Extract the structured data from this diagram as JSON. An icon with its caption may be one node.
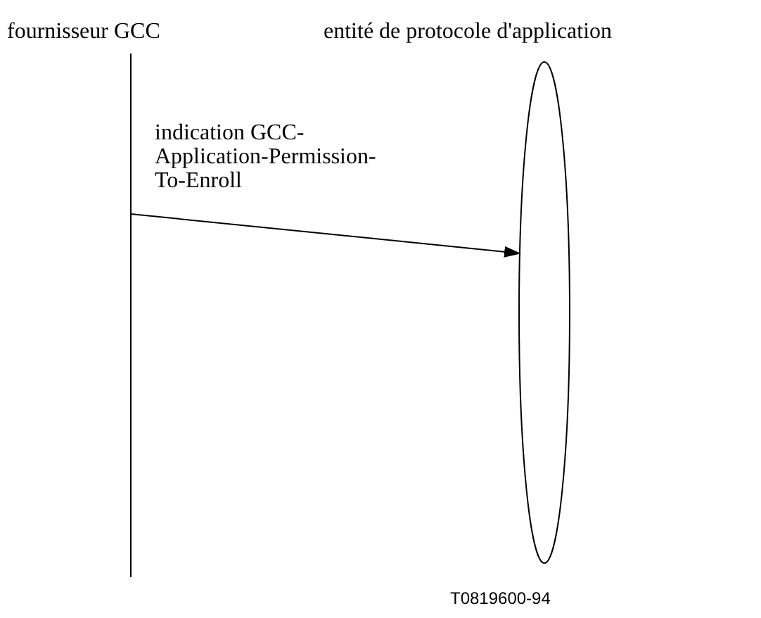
{
  "diagram": {
    "nodes": [
      {
        "text": [
          "fournisseur GCC"
        ]
      },
      {
        "text": [
          "entité de protocole d'application"
        ]
      }
    ],
    "edges": [
      {
        "from": 0,
        "to": 1,
        "arrow": "to",
        "label": "indication GCC-Application-Permission-To-Enroll"
      }
    ],
    "labels": [
      "T0819600-94"
    ]
  }
}
